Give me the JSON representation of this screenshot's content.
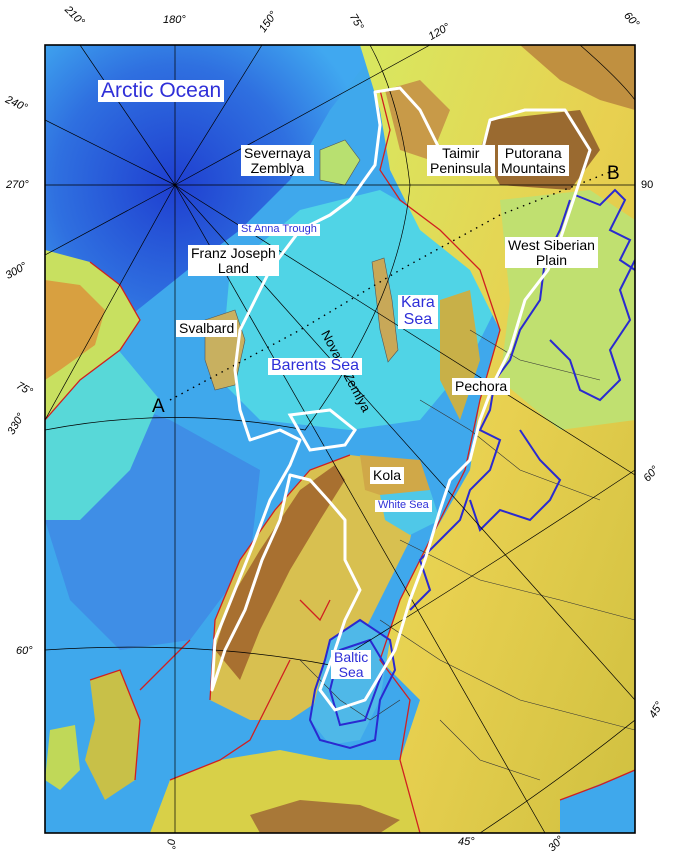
{
  "labels": {
    "arctic_ocean": "Arctic Ocean",
    "severnaya_zemlya": [
      "Severnaya",
      "Zemblya"
    ],
    "taimir": [
      "Taimir",
      "Peninsula"
    ],
    "putorana": [
      "Putorana",
      "Mountains"
    ],
    "st_anna": "St Anna Trough",
    "franz_josef": [
      "Franz Joseph",
      "Land"
    ],
    "west_siberian": [
      "West Siberian",
      "Plain"
    ],
    "kara_sea": [
      "Kara",
      "Sea"
    ],
    "novaya_zemlya": "Novaya Zemlya",
    "svalbard": "Svalbard",
    "barents_sea": "Barents Sea",
    "pechora": "Pechora",
    "kola": "Kola",
    "white_sea": "White Sea",
    "baltic_sea": [
      "Baltic",
      "Sea"
    ],
    "point_a": "A",
    "point_b": "B"
  },
  "ticks": {
    "t210": "210°",
    "t180": "180°",
    "t150": "150°",
    "t75top": "75°",
    "t120": "120°",
    "t60top": "60°",
    "t240": "240°",
    "t270": "270°",
    "t90": "90",
    "t300": "300°",
    "t75left": "75°",
    "t330": "330°",
    "t60right": "60°",
    "t60left": "60°",
    "t45right": "45°",
    "t0": "0°",
    "t45bottom": "45°",
    "t30bottom": "30°"
  },
  "colors": {
    "deep_ocean": "#2d5fd8",
    "ocean": "#3fa0f0",
    "shelf": "#48d0e8",
    "lowland": "#b8e060",
    "upland": "#e8c040",
    "mountain": "#a87838",
    "ice_margin": "#ffffff",
    "drainage_boundary": "#2a2ad0",
    "coast_line": "#d02020"
  }
}
